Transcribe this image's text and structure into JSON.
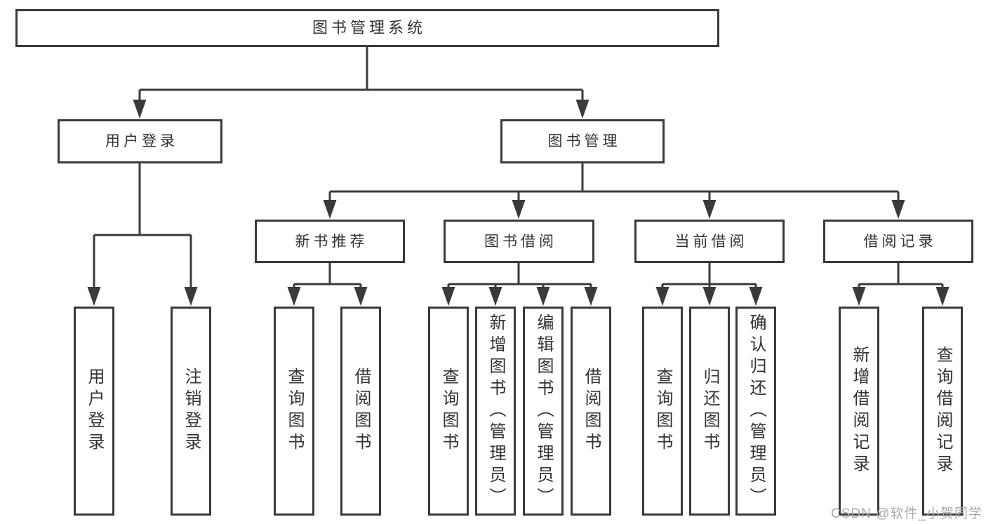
{
  "tree": {
    "label": "图书管理系统",
    "children": [
      {
        "label": "用户登录",
        "children": [
          {
            "label": "用户登录"
          },
          {
            "label": "注销登录"
          }
        ]
      },
      {
        "label": "图书管理",
        "children": [
          {
            "label": "新书推荐",
            "children": [
              {
                "label": "查询图书"
              },
              {
                "label": "借阅图书"
              }
            ]
          },
          {
            "label": "图书借阅",
            "children": [
              {
                "label": "查询图书"
              },
              {
                "label": "新增图书（管理员）"
              },
              {
                "label": "编辑图书（管理员）"
              },
              {
                "label": "借阅图书"
              }
            ]
          },
          {
            "label": "当前借阅",
            "children": [
              {
                "label": "查询图书"
              },
              {
                "label": "归还图书"
              },
              {
                "label": "确认归还（管理员）"
              }
            ]
          },
          {
            "label": "借阅记录",
            "children": [
              {
                "label": "新增借阅记录"
              },
              {
                "label": "查询借阅记录"
              }
            ]
          }
        ]
      }
    ]
  },
  "watermark": "CSDN @软件_小贺同学",
  "colors": {
    "box_border": "#3a3a3a",
    "text": "#333333",
    "connector": "#3a3a3a",
    "watermark_text": "#a9a9a9"
  }
}
